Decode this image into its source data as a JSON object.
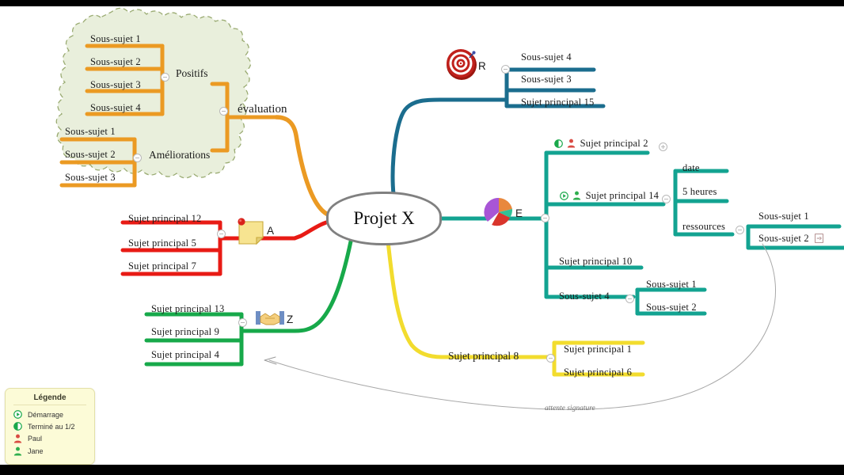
{
  "document": {
    "type": "mind-map",
    "center_label": "Projet X",
    "background": "#ffffff"
  },
  "colors": {
    "orange": "#eb9a23",
    "dark_teal": "#1b6d8e",
    "teal": "#13a391",
    "red": "#e81b15",
    "green": "#17a94a",
    "yellow": "#f2dc2e",
    "cloud_fill": "#e9efdc",
    "cloud_stroke": "#9aab72",
    "center_border": "#808080",
    "legend_bg": "#fcfbd7",
    "connector_gray": "#9a9a9a",
    "person_paul": "#d94b43",
    "person_jane": "#2fae4e",
    "status_green": "#19a84a"
  },
  "branches": {
    "evaluation": {
      "label": "évaluation",
      "color": "#eb9a23",
      "cloud": true,
      "children": [
        {
          "label": "Positifs",
          "children": [
            {
              "label": "Sous-sujet 1"
            },
            {
              "label": "Sous-sujet 2"
            },
            {
              "label": "Sous-sujet 3"
            },
            {
              "label": "Sous-sujet 4"
            }
          ]
        },
        {
          "label": "Améliorations",
          "children": [
            {
              "label": "Sous-sujet 1"
            },
            {
              "label": "Sous-sujet 2"
            },
            {
              "label": "Sous-sujet 3"
            }
          ]
        }
      ]
    },
    "r": {
      "label": "R",
      "color": "#1b6d8e",
      "icon": "target-icon",
      "children": [
        {
          "label": "Sous-sujet 4"
        },
        {
          "label": "Sous-sujet 3"
        },
        {
          "label": "Sujet principal 15"
        }
      ]
    },
    "e": {
      "label": "E",
      "color": "#13a391",
      "icon": "pie-chart-icon",
      "children": [
        {
          "label": "Sujet principal 2",
          "icons": [
            "half-done-icon",
            "person-paul-icon"
          ],
          "toggle": "plus"
        },
        {
          "label": "Sujet principal 14",
          "icons": [
            "start-icon",
            "person-jane-icon"
          ],
          "toggle": "minus",
          "children": [
            {
              "label": "date"
            },
            {
              "label": "5 heures"
            },
            {
              "label": "ressources",
              "children": [
                {
                  "label": "Sous-sujet 1"
                },
                {
                  "label": "Sous-sujet 2",
                  "icons": [
                    "attachment-icon"
                  ]
                }
              ]
            }
          ]
        },
        {
          "label": "Sujet principal 10"
        },
        {
          "label": "Sous-sujet 4",
          "children": [
            {
              "label": "Sous-sujet 1"
            },
            {
              "label": "Sous-sujet 2"
            }
          ]
        }
      ]
    },
    "a": {
      "label": "A",
      "color": "#e81b15",
      "icon": "sticky-note-icon",
      "children": [
        {
          "label": "Sujet principal 12"
        },
        {
          "label": "Sujet principal 5"
        },
        {
          "label": "Sujet principal 7"
        }
      ]
    },
    "z": {
      "label": "Z",
      "color": "#17a94a",
      "icon": "handshake-icon",
      "children": [
        {
          "label": "Sujet principal 13"
        },
        {
          "label": "Sujet principal 9"
        },
        {
          "label": "Sujet principal 4"
        }
      ]
    },
    "yellow": {
      "label": "Sujet principal 8",
      "color": "#f2dc2e",
      "children": [
        {
          "label": "Sujet principal 1"
        },
        {
          "label": "Sujet principal 6"
        }
      ]
    }
  },
  "relationship": {
    "label": "attente signature",
    "from": "Sous-sujet 2",
    "to": "Sujet principal 4"
  },
  "legend": {
    "title": "Légende",
    "items": [
      {
        "icon": "start-icon",
        "label": "Démarrage"
      },
      {
        "icon": "half-done-icon",
        "label": "Terminé au 1/2"
      },
      {
        "icon": "person-paul-icon",
        "label": "Paul"
      },
      {
        "icon": "person-jane-icon",
        "label": "Jane"
      }
    ]
  }
}
